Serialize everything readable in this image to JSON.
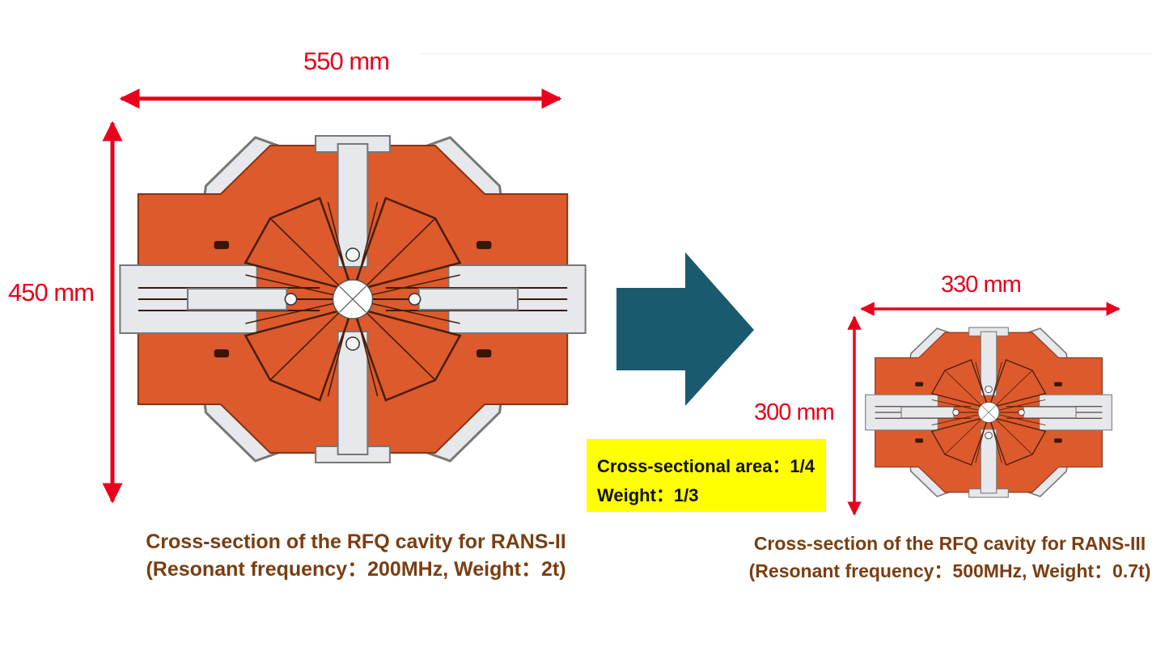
{
  "large": {
    "width_label": "550 mm",
    "height_label": "450 mm",
    "caption_line1": "Cross-section of the RFQ cavity for RANS-II",
    "caption_line2": "(Resonant frequency：200MHz, Weight：2t)"
  },
  "small": {
    "width_label": "330 mm",
    "height_label": "300 mm",
    "caption_line1": "Cross-section of the RFQ cavity for RANS-III",
    "caption_line2": "(Resonant frequency：500MHz, Weight：0.7t)"
  },
  "note": {
    "area": "Cross-sectional area：1/4",
    "weight": "Weight：1/3"
  },
  "colors": {
    "dimension": "#e8001c",
    "copper": "#dd5a2c",
    "copper_edge": "#8a3216",
    "arrow": "#1a5a6e",
    "caption": "#7a3e12",
    "highlight": "#ffff00"
  }
}
